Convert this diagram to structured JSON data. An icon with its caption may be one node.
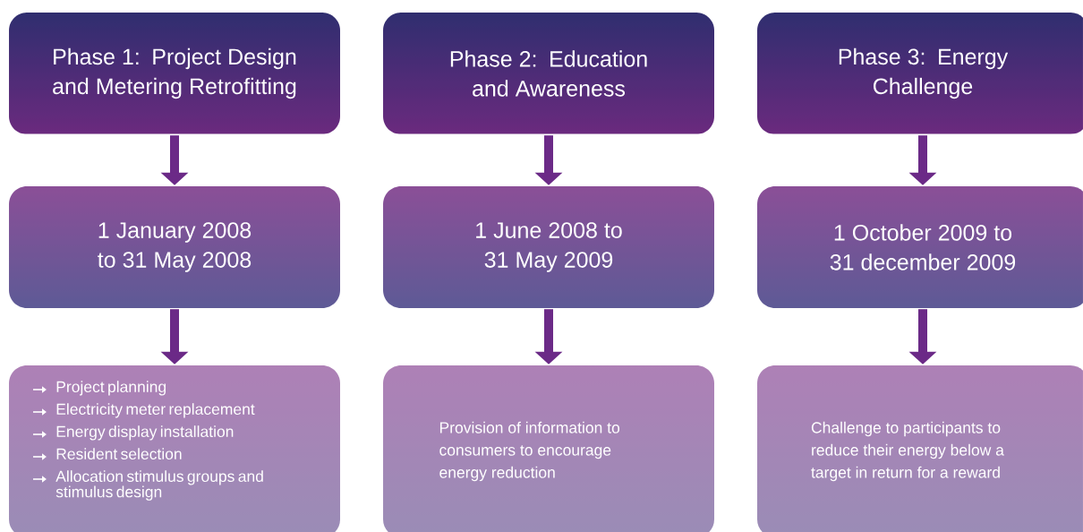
{
  "diagram": {
    "nodes": [
      {
        "text": [
          "Phase 1: Project Design and Metering Retrofitting"
        ]
      },
      {
        "text": [
          "Phase 2: Education and Awareness"
        ]
      },
      {
        "text": [
          "Phase 3: Energy Challenge"
        ]
      },
      {
        "text": [
          "1 January 2008 to 31 May 2008"
        ]
      },
      {
        "text": [
          "1 June 2008 to 31 May 2009"
        ]
      },
      {
        "text": [
          "1 October 2009 to 31 december 2009"
        ]
      },
      {
        "text": [
          "Project planning",
          "Electricity meter replacement",
          "Energy display installation",
          "Resident selection",
          "Allocation stimulus groups and stimulus design"
        ]
      },
      {
        "text": [
          "Provision of information to consumers to encourage energy reduction"
        ]
      },
      {
        "text": [
          "Challenge to participants to reduce their energy below a target in return for a reward"
        ]
      }
    ],
    "edges": [
      {
        "from": 0,
        "to": 3,
        "arrow": "to"
      },
      {
        "from": 1,
        "to": 4,
        "arrow": "to"
      },
      {
        "from": 2,
        "to": 5,
        "arrow": "to"
      },
      {
        "from": 3,
        "to": 6,
        "arrow": "to"
      },
      {
        "from": 4,
        "to": 7,
        "arrow": "to"
      },
      {
        "from": 5,
        "to": 8,
        "arrow": "to"
      }
    ]
  }
}
